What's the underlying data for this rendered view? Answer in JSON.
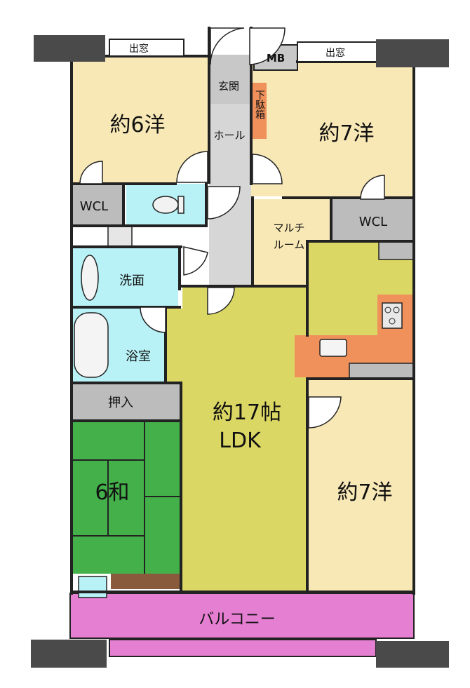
{
  "rooms": {
    "western_6": "約6洋",
    "western_7_top": "約7洋",
    "western_7_bottom": "約7洋",
    "ldk_size": "約17帖",
    "ldk_name": "LDK",
    "washroom": "洗面",
    "bathroom": "浴室",
    "japanese_6": "6和",
    "oshiire": "押入",
    "wcl_left": "WCL",
    "wcl_right": "WCL",
    "multi_room_line1": "マルチ",
    "multi_room_line2": "ルーム",
    "entrance": "玄関",
    "hall": "ホール",
    "shoe_box": "下駄箱",
    "meter_box": "MB",
    "bay_window_left": "出窓",
    "bay_window_right": "出窓",
    "balcony": "バルコニー"
  },
  "colors": {
    "western_room": "#f8e8b6",
    "ldk_floor": "#dbd764",
    "washroom_bath": "#b8f2f6",
    "japanese_room": "#43b04a",
    "closet_gray": "#bcbcbc",
    "hall_gray": "#d6d6d6",
    "kitchen_counter": "#f0915c",
    "balcony": "#e57fd2",
    "pillar": "#4a4a4a",
    "wall": "#222222"
  }
}
